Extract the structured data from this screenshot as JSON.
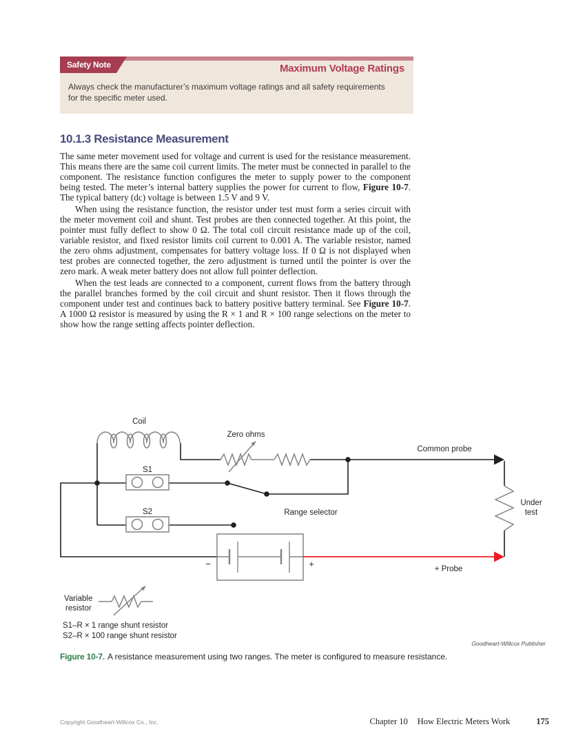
{
  "safety_note": {
    "tab_label": "Safety Note",
    "title": "Maximum Voltage Ratings",
    "body": "Always check the manufacturer’s maximum voltage ratings and all safety requirements for the specific meter used."
  },
  "section": {
    "heading": "10.1.3 Resistance Measurement",
    "paragraphs": [
      {
        "segments": [
          {
            "t": "The same meter movement used for voltage and current is used for the resistance measurement. This means there are the same coil current limits. The meter must be connected in parallel to the component. The resistance function configures the meter to supply power to the component being tested. The meter’s internal battery supplies the power for current to flow, "
          },
          {
            "t": "Figure 10-7",
            "b": true
          },
          {
            "t": ". The typical battery (dc) voltage is between 1.5 V and 9 V."
          }
        ]
      },
      {
        "segments": [
          {
            "t": "When using the resistance function, the resistor under test must form a series circuit with the meter movement coil and shunt. Test probes are then connected together. At this point, the pointer must fully deflect to show 0 Ω. The total coil circuit resistance made up of the coil, variable resistor, and fixed resistor limits coil current to 0.001 A. The variable resistor, named the zero ohms adjustment, compensates for battery voltage loss. If 0 Ω is not displayed when test probes are connected together, the zero adjustment is turned until the pointer is over the zero mark. A weak meter battery does not allow full pointer deflection."
          }
        ]
      },
      {
        "segments": [
          {
            "t": "When the test leads are connected to a component, current flows from the battery through the parallel branches formed by the coil circuit and shunt resistor. Then it flows through the component under test and continues back to battery positive battery terminal. See "
          },
          {
            "t": "Figure 10-7",
            "b": true
          },
          {
            "t": ". A 1000 Ω resistor is measured by using the R × 1 and R × 100 range selections on the meter to show how the range setting affects pointer deflection."
          }
        ]
      }
    ]
  },
  "figure": {
    "diagram": {
      "coil_label": "Coil",
      "zero_ohms_label": "Zero ohms",
      "common_probe_label": "Common probe",
      "s1_label": "S1",
      "s2_label": "S2",
      "range_selector_label": "Range selector",
      "under_test_line1": "Under",
      "under_test_line2": "test",
      "plus_probe_label": "+ Probe",
      "battery_minus": "−",
      "battery_plus": "+",
      "variable_resistor_line1": "Variable",
      "variable_resistor_line2": "resistor",
      "legend_s1": "S1–R × 1 range shunt resistor",
      "legend_s2": "S2–R × 100 range shunt resistor"
    },
    "credit": "Goodheart-Willcox Publisher",
    "caption_label": "Figure 10-7.",
    "caption_text": "A resistance measurement using two ranges. The meter is configured to measure resistance."
  },
  "footer": {
    "copyright": "Copyright Goodheart-Willcox Co., Inc.",
    "chapter": "Chapter 10",
    "chapter_title": "How Electric Meters Work",
    "page_number": "175"
  },
  "colors": {
    "safety_tab_bg": "#a63d51",
    "safety_strip": "#c6818b",
    "safety_title": "#b23a52",
    "safety_box_bg": "#f0e7dc",
    "section_heading": "#474b7c",
    "figure_label_green": "#2e7d44",
    "wire_black": "#231f20",
    "component_gray": "#808285",
    "probe_red": "#ec1c24"
  }
}
